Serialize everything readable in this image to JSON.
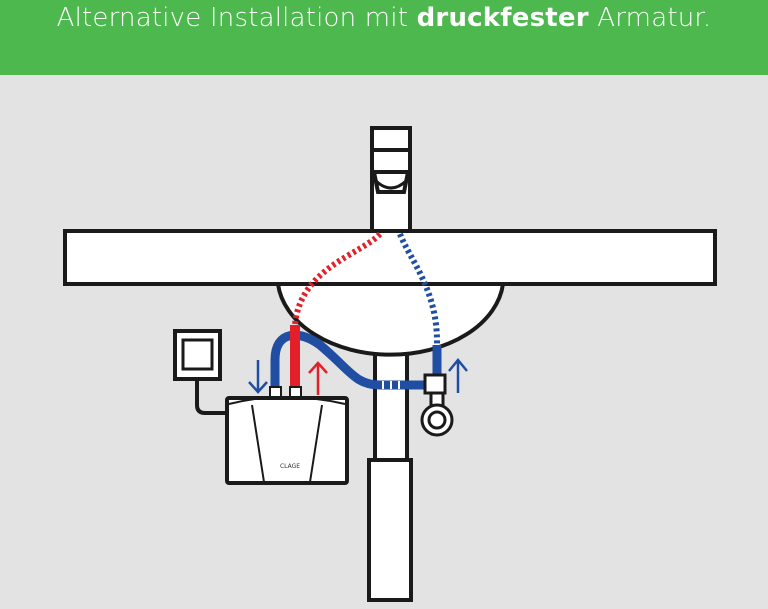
{
  "header": {
    "title_prefix": "Alternative Installation mit ",
    "title_bold": "druckfester",
    "title_suffix": " Armatur."
  },
  "heater": {
    "brand_logo": "CLAGE"
  },
  "colors": {
    "header": "#4db84e",
    "background": "#e3e3e3",
    "hot": "#e3202a",
    "cold": "#1f4ea3",
    "outline": "#1a1a1a"
  }
}
